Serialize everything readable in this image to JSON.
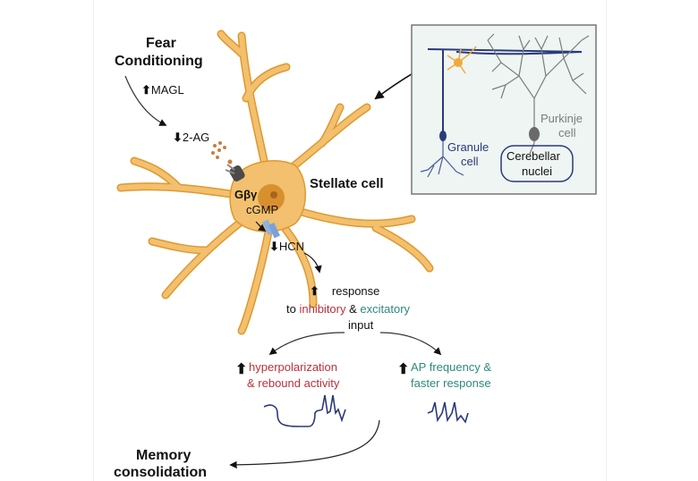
{
  "figure": {
    "stimulus": {
      "title_line1": "Fear",
      "title_line2": "Conditioning"
    },
    "magl": {
      "arrow": "⬆",
      "label": "MAGL"
    },
    "two_ag": {
      "arrow": "⬇",
      "label": "2-AG"
    },
    "cell_label": "Stellate cell",
    "gbg_label": "Gβγ",
    "cgmp_label": "cGMP",
    "hcn": {
      "arrow": "⬇",
      "label": "HCN"
    },
    "response": {
      "arrow": "⬆",
      "line1": "response",
      "to": "to ",
      "inhibitory": "inhibitory",
      "amp": " & ",
      "excitatory": "excitatory",
      "line3": "input"
    },
    "left_outcome": {
      "arrow": "⬆",
      "line1": "hyperpolarization",
      "line2": "& rebound activity"
    },
    "right_outcome": {
      "arrow": "⬆",
      "line1": "AP frequency &",
      "line2": "faster response"
    },
    "memory": {
      "line1": "Memory",
      "line2": "consolidation"
    },
    "inset": {
      "granule": {
        "line1": "Granule",
        "line2": "cell"
      },
      "purkinje": {
        "line1": "Purkinje",
        "line2": "cell"
      },
      "nuclei": {
        "line1": "Cerebellar",
        "line2": "nuclei"
      }
    },
    "colors": {
      "cell_fill": "#f2c06e",
      "cell_stroke": "#e0982e",
      "nucleus": "#d8902e",
      "inhibitory": "#b8323a",
      "excitatory": "#2d8a7c",
      "trace": "#2b3a7a",
      "inset_bg": "#eef5f3",
      "purkinje": "#7c7c7c"
    }
  }
}
